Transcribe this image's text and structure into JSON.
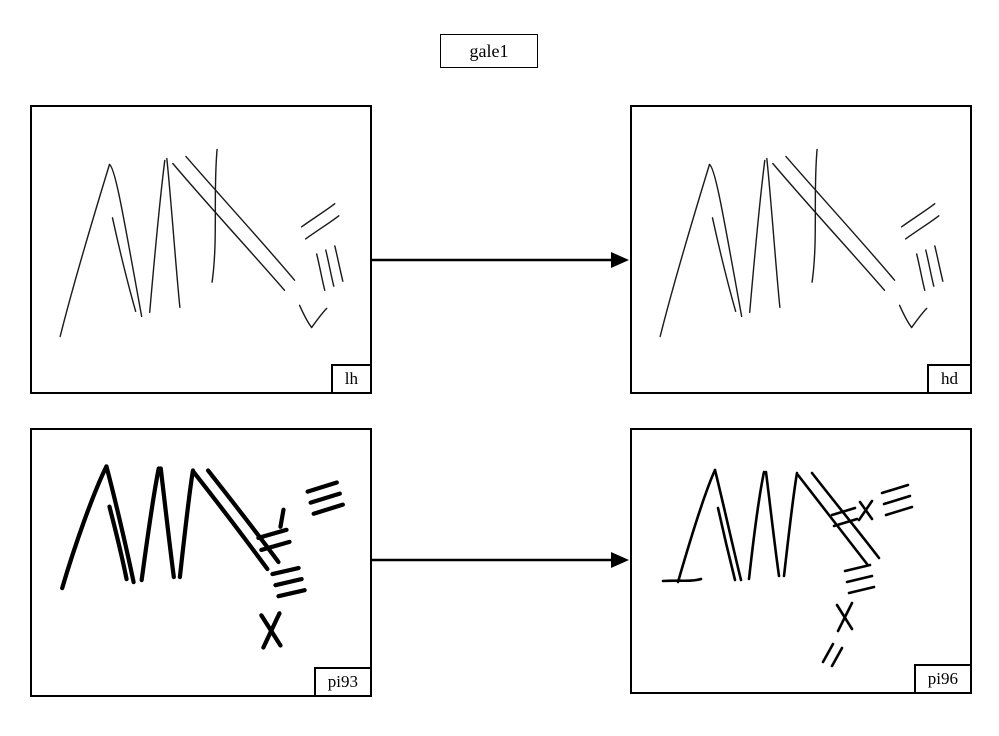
{
  "title": {
    "label": "gale1"
  },
  "panels": [
    {
      "label": "lh"
    },
    {
      "label": "hd"
    },
    {
      "label": "pi93"
    },
    {
      "label": "pi96"
    }
  ],
  "colors": {
    "stroke": "#000000",
    "background": "#ffffff"
  }
}
